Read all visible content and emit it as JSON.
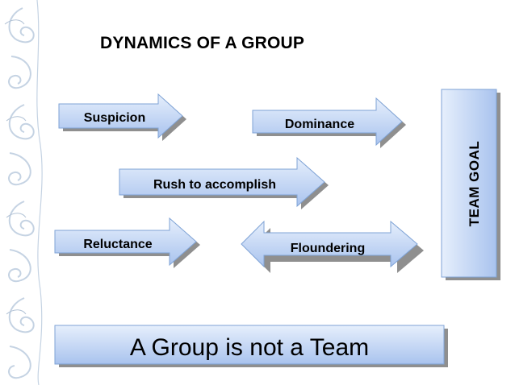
{
  "title": "DYNAMICS OF A GROUP",
  "arrows": [
    {
      "label": "Suspicion",
      "icon": "right-arrow-icon"
    },
    {
      "label": "Dominance",
      "icon": "right-arrow-icon"
    },
    {
      "label": "Rush to accomplish",
      "icon": "right-arrow-icon"
    },
    {
      "label": "Reluctance",
      "icon": "right-arrow-icon"
    },
    {
      "label": "Floundering",
      "icon": "double-arrow-icon"
    }
  ],
  "goal": {
    "label": "TEAM GOAL"
  },
  "banner": {
    "label": "A Group is not a Team"
  },
  "colors": {
    "fill_light": "#dce8fb",
    "fill_dark": "#a9c3ee",
    "outline": "#7fa3d6",
    "shadow": "#8f8f8f",
    "flourish": "#c5d3e3"
  }
}
